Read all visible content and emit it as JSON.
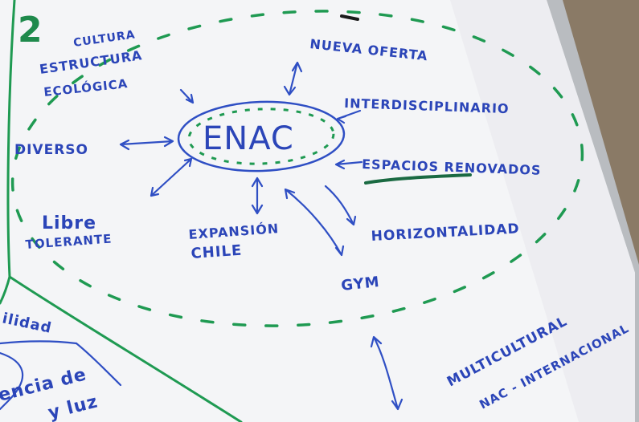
{
  "board": {
    "number": "2",
    "center": "ENAC",
    "ideas": {
      "cultura": "CULTURA",
      "estructura": "ESTRUCTURA",
      "ecologica": "ECOLÓGICA",
      "nueva_oferta": "NUEVA OFERTA",
      "interdisciplinario": "INTERDISCIPLINARIO",
      "diverso": "DIVERSO",
      "espacios_renovados": "ESPACIOS RENOVADOS",
      "libre": "Libre",
      "tolerante": "TOLERANTE",
      "expansion": "EXPANSIÓN",
      "chile": "CHILE",
      "horizontalidad": "HORIZONTALIDAD",
      "gym": "GYM",
      "multicultural": "MULTICULTURAL",
      "nac_internacional": "NAC - INTERNACIONAL"
    },
    "corner_fragments": {
      "line1": "ilidad",
      "line2": "encia de",
      "line3": "y luz"
    }
  },
  "colors": {
    "whiteboard": "#f4f5f7",
    "blue_marker": "#2f4fc4",
    "green_marker": "#1f9a52",
    "frame": "#b9bcc0",
    "background": "#8a7a66"
  }
}
